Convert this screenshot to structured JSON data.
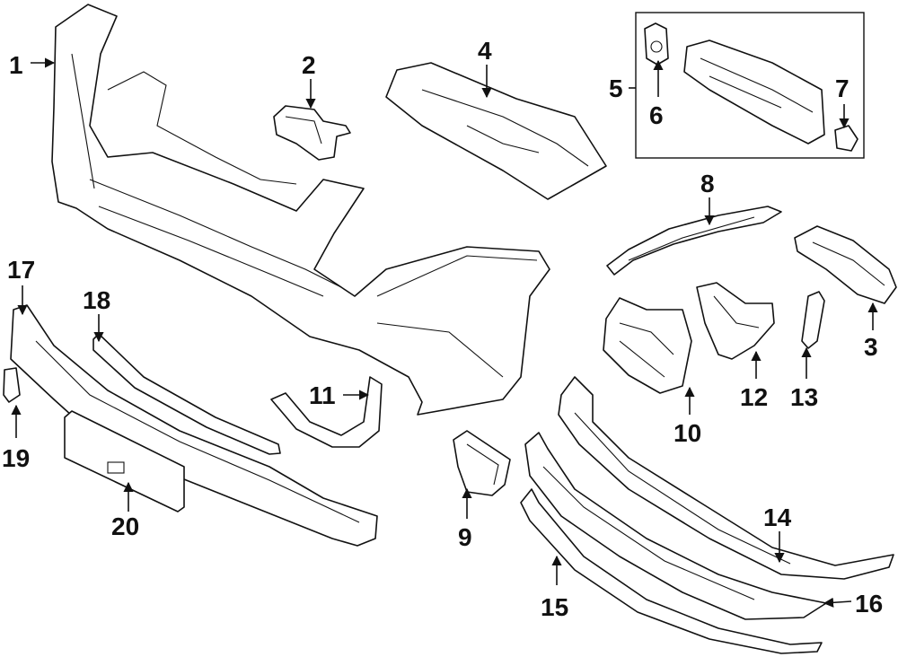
{
  "diagram": {
    "callouts": {
      "c1": "1",
      "c2": "2",
      "c3": "3",
      "c4": "4",
      "c5": "5",
      "c6": "6",
      "c7": "7",
      "c8": "8",
      "c9": "9",
      "c10": "10",
      "c11": "11",
      "c12": "12",
      "c13": "13",
      "c14": "14",
      "c15": "15",
      "c16": "16",
      "c17": "17",
      "c18": "18",
      "c19": "19",
      "c20": "20"
    },
    "line_color": "#111111",
    "background": "#ffffff"
  }
}
